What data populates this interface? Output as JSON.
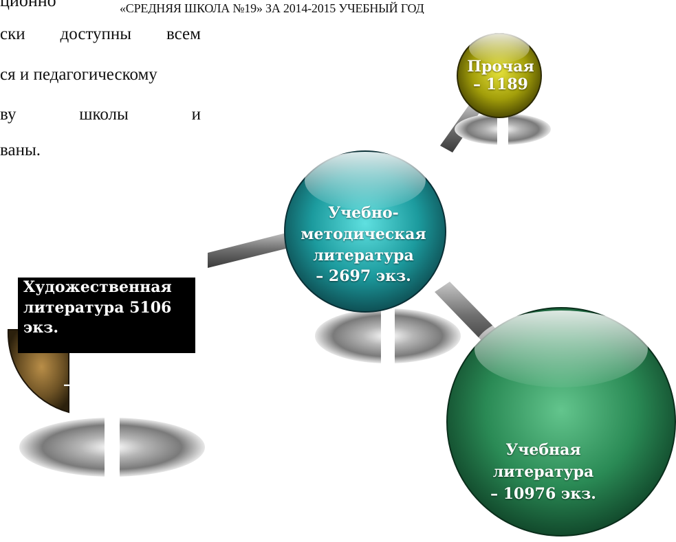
{
  "header": {
    "clipped_text": "ционно",
    "title": "«СРЕДНЯЯ ШКОЛА №19» ЗА 2014-2015 УЧЕБНЫЙ ГОД"
  },
  "body_text": {
    "line1": [
      "ски",
      "доступны",
      "всем"
    ],
    "line2": "ся и педагогическому",
    "line3": [
      "ву",
      "школы",
      "и"
    ],
    "line4": "ваны."
  },
  "diagram": {
    "nodes": [
      {
        "id": "other",
        "lines": [
          "Прочая",
          "– 1189"
        ],
        "color": "#a3a10c"
      },
      {
        "id": "method",
        "lines": [
          "Учебно-",
          "методическая",
          "литература",
          "– 2697 экз."
        ],
        "color": "#1ea6a6"
      },
      {
        "id": "edu",
        "lines": [
          "Учебная",
          "литература",
          "– 10976 экз."
        ],
        "color": "#2a8c56"
      },
      {
        "id": "fiction",
        "lines": [
          "Художественная",
          "литература 5106",
          "экз."
        ],
        "color": "#6e5426"
      }
    ],
    "fiction_partial_char": "–"
  }
}
